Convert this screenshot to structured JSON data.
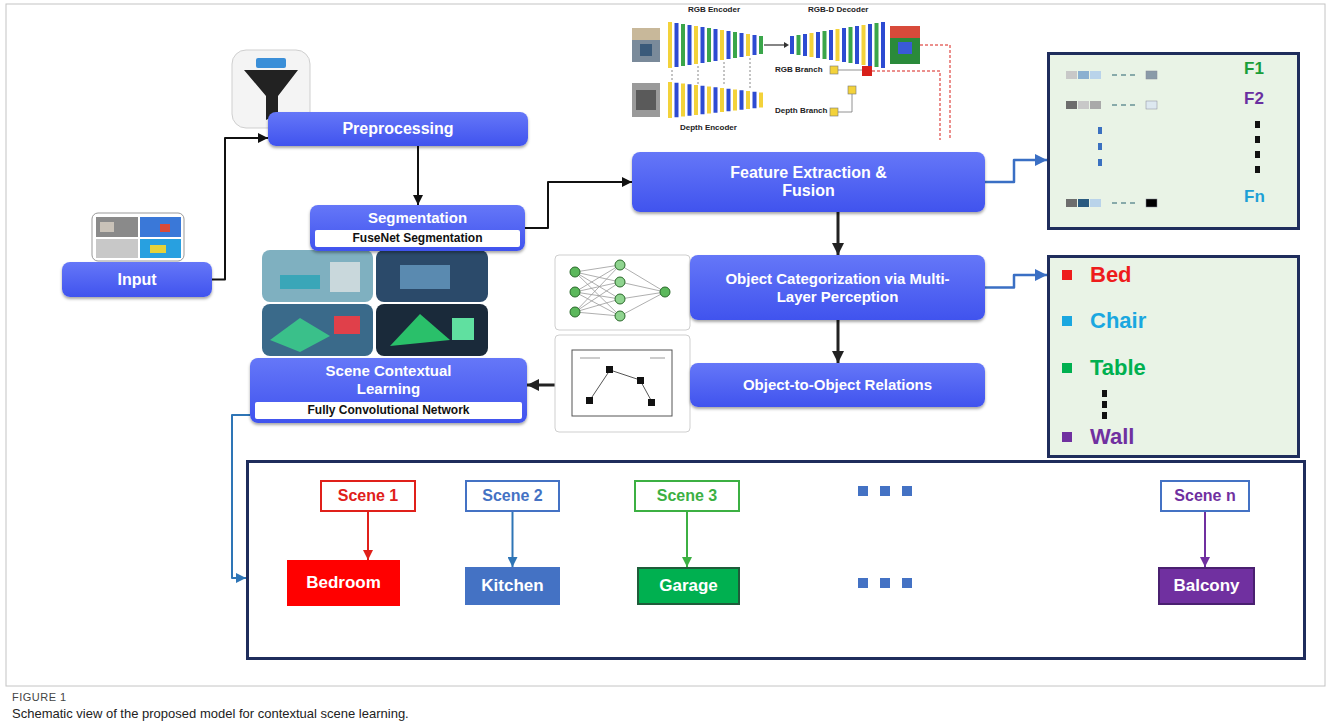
{
  "diagram": {
    "caption": "Schematic view of the proposed model for contextual scene learning.",
    "nodes": [
      {
        "text": [
          "Input"
        ]
      },
      {
        "text": [
          "Preprocessing"
        ]
      },
      {
        "text": [
          "Segmentation",
          "FuseNet Segmentation"
        ]
      },
      {
        "text": [
          "Feature Extraction & Fusion"
        ]
      },
      {
        "text": [
          "F1",
          "F2",
          "Fn"
        ]
      },
      {
        "text": [
          "Object Categorization via Multi-Layer Perception"
        ]
      },
      {
        "text": [
          "Bed",
          "Chair",
          "Table",
          "Wall"
        ]
      },
      {
        "text": [
          "Object-to-Object Relations"
        ]
      },
      {
        "text": [
          "Scene Contextual Learning",
          "Fully Convolutional Network"
        ]
      },
      {
        "text": []
      },
      {
        "text": [
          "Scene 1"
        ],
        "in": 9
      },
      {
        "text": [
          "Bedroom"
        ],
        "in": 9
      },
      {
        "text": [
          "Scene 2"
        ],
        "in": 9
      },
      {
        "text": [
          "Kitchen"
        ],
        "in": 9
      },
      {
        "text": [
          "Scene 3"
        ],
        "in": 9
      },
      {
        "text": [
          "Garage"
        ],
        "in": 9
      },
      {
        "text": [
          "Scene n"
        ],
        "in": 9
      },
      {
        "text": [
          "Balcony"
        ],
        "in": 9
      }
    ],
    "edges": [
      {
        "from": 0,
        "to": 1,
        "arrow": "to"
      },
      {
        "from": 1,
        "to": 2,
        "arrow": "to"
      },
      {
        "from": 2,
        "to": 3,
        "arrow": "to"
      },
      {
        "from": 3,
        "to": 4,
        "arrow": "to"
      },
      {
        "from": 3,
        "to": 5,
        "arrow": "to"
      },
      {
        "from": 5,
        "to": 6,
        "arrow": "to"
      },
      {
        "from": 5,
        "to": 7,
        "arrow": "to"
      },
      {
        "from": 7,
        "to": 8,
        "arrow": "to"
      },
      {
        "from": 8,
        "to": 9,
        "arrow": "to"
      },
      {
        "from": 10,
        "to": 11,
        "arrow": "to"
      },
      {
        "from": 12,
        "to": 13,
        "arrow": "to"
      },
      {
        "from": 14,
        "to": 15,
        "arrow": "to"
      },
      {
        "from": 16,
        "to": 17,
        "arrow": "to"
      }
    ],
    "labels": [
      "RGB Encoder",
      "RGB-D Decoder",
      "RGB Branch",
      "Depth Encoder",
      "Depth Branch",
      "FIGURE 1"
    ]
  }
}
